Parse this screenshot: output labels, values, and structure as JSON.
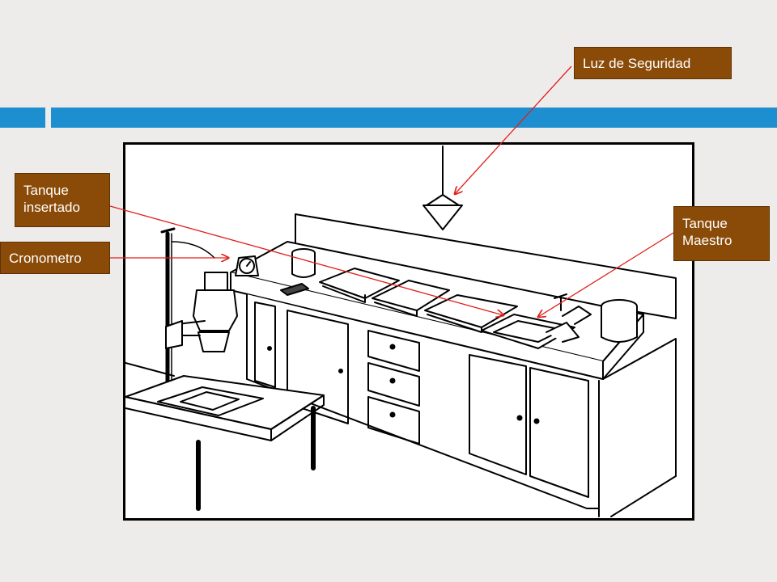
{
  "slide": {
    "accent_color": "#1d8fd0",
    "callout_color": "#8b4b08",
    "arrow_color": "#e0201a"
  },
  "callouts": {
    "luz": "Luz de Seguridad",
    "insertado": "Tanque\ninsertado",
    "maestro": "Tanque\nMaestro",
    "crono": "Cronometro"
  }
}
